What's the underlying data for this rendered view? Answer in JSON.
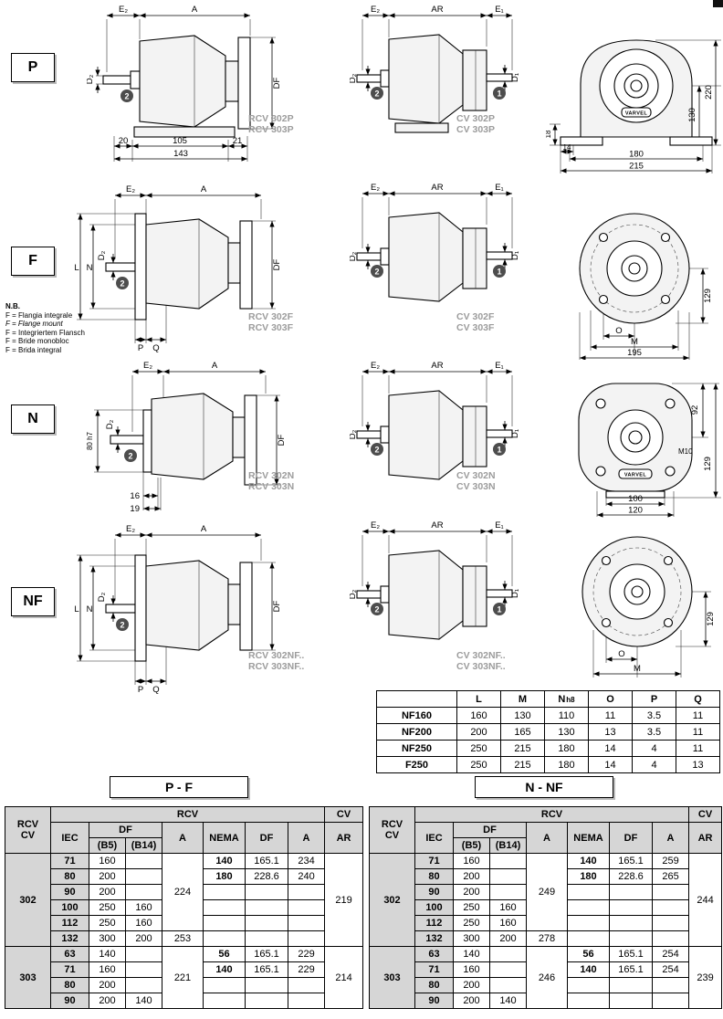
{
  "rowP": {
    "label": "P",
    "rcv": {
      "e2": "E₂",
      "a": "A",
      "d2": "D₂",
      "df": "DF",
      "b2": "2",
      "dim1": "20",
      "dim2": "105",
      "dim3": "21",
      "dim4": "143",
      "cap1": "RCV 302P",
      "cap2": "RCV 303P"
    },
    "cv": {
      "e2": "E₂",
      "ar": "AR",
      "e1": "E₁",
      "d2": "D₂",
      "d1": "D₁",
      "b2": "2",
      "b1": "1",
      "cap1": "CV 302P",
      "cap2": "CV 303P"
    },
    "front": {
      "v1": "18",
      "v2": "130",
      "v3": "220",
      "h1": "14",
      "h2": "180",
      "h3": "215",
      "logo": "VARVEL"
    }
  },
  "rowF": {
    "label": "F",
    "note": {
      "t": "N.B.",
      "l1": "F = Flangia integrale",
      "l2": "F = Flange mount",
      "l3": "F = Integriertem Flansch",
      "l4": "F = Bride monobloc",
      "l5": "F = Brida integral"
    },
    "rcv": {
      "e2": "E₂",
      "a": "A",
      "l": "L",
      "n": "N",
      "d2": "D₂",
      "df": "DF",
      "b2": "2",
      "p": "P",
      "q": "Q",
      "cap1": "RCV 302F",
      "cap2": "RCV 303F"
    },
    "cv": {
      "e2": "E₂",
      "ar": "AR",
      "e1": "E₁",
      "d2": "D₂",
      "d1": "D₁",
      "b2": "2",
      "b1": "1",
      "cap1": "CV 302F",
      "cap2": "CV 303F"
    },
    "front": {
      "v1": "129",
      "o": "O",
      "m": "M",
      "w": "195"
    }
  },
  "rowN": {
    "label": "N",
    "rcv": {
      "e2": "E₂",
      "a": "A",
      "sp": "80 h7",
      "d2": "D₂",
      "df": "DF",
      "b2": "2",
      "dim1": "16",
      "dim2": "19",
      "cap1": "RCV 302N",
      "cap2": "RCV 303N"
    },
    "cv": {
      "e2": "E₂",
      "ar": "AR",
      "e1": "E₁",
      "d2": "D₂",
      "d1": "D₁",
      "b2": "2",
      "b1": "1",
      "cap1": "CV 302N",
      "cap2": "CV 303N"
    },
    "front": {
      "v1": "92",
      "v2": "129",
      "thread": "M10",
      "h1": "100",
      "h2": "120",
      "logo": "VARVEL"
    }
  },
  "rowNF": {
    "label": "NF",
    "rcv": {
      "e2": "E₂",
      "a": "A",
      "l": "L",
      "n": "N",
      "d2": "D₂",
      "df": "DF",
      "b2": "2",
      "p": "P",
      "q": "Q",
      "cap1": "RCV 302NF..",
      "cap2": "RCV 303NF.."
    },
    "cv": {
      "e2": "E₂",
      "ar": "AR",
      "e1": "E₁",
      "d2": "D₂",
      "d1": "D₁",
      "b2": "2",
      "b1": "1",
      "cap1": "CV 302NF..",
      "cap2": "CV 303NF.."
    },
    "front": {
      "v1": "129",
      "o": "O",
      "m": "M"
    }
  },
  "nf_table": {
    "c1": "L",
    "c2": "M",
    "c3": "N",
    "c3s": "h8",
    "c4": "O",
    "c5": "P",
    "c6": "Q",
    "rows": [
      {
        "n": "NF160",
        "v": [
          "160",
          "130",
          "110",
          "11",
          "3.5",
          "11"
        ]
      },
      {
        "n": "NF200",
        "v": [
          "200",
          "165",
          "130",
          "13",
          "3.5",
          "11"
        ]
      },
      {
        "n": "NF250",
        "v": [
          "250",
          "215",
          "180",
          "14",
          "4",
          "11"
        ]
      },
      {
        "n": "F250",
        "v": [
          "250",
          "215",
          "180",
          "14",
          "4",
          "13"
        ]
      }
    ]
  },
  "pf": {
    "title": "P - F",
    "h": {
      "c1a": "RCV",
      "c1b": "CV",
      "rcv": "RCV",
      "cv": "CV",
      "iec": "IEC",
      "df": "DF",
      "b5": "(B5)",
      "b14": "(B14)",
      "a": "A",
      "nema": "NEMA",
      "df2": "DF",
      "a2": "A",
      "ar": "AR"
    },
    "g1": {
      "id": "302",
      "a1": "224",
      "a2": "253",
      "ar": "219",
      "r": [
        [
          "71",
          "160",
          "",
          "140",
          "165.1",
          "234"
        ],
        [
          "80",
          "200",
          "",
          "180",
          "228.6",
          "240"
        ],
        [
          "90",
          "200",
          "",
          "",
          "",
          ""
        ],
        [
          "100",
          "250",
          "160",
          "",
          "",
          ""
        ],
        [
          "112",
          "250",
          "160",
          "",
          "",
          ""
        ],
        [
          "132",
          "300",
          "200",
          "",
          "",
          ""
        ]
      ]
    },
    "g2": {
      "id": "303",
      "a1": "221",
      "ar": "214",
      "r": [
        [
          "63",
          "140",
          "",
          "56",
          "165.1",
          "229"
        ],
        [
          "71",
          "160",
          "",
          "140",
          "165.1",
          "229"
        ],
        [
          "80",
          "200",
          "",
          "",
          "",
          ""
        ],
        [
          "90",
          "200",
          "140",
          "",
          "",
          ""
        ]
      ]
    }
  },
  "nnf": {
    "title": "N - NF",
    "h": {
      "c1a": "RCV",
      "c1b": "CV",
      "rcv": "RCV",
      "cv": "CV",
      "iec": "IEC",
      "df": "DF",
      "b5": "(B5)",
      "b14": "(B14)",
      "a": "A",
      "nema": "NEMA",
      "df2": "DF",
      "a2": "A",
      "ar": "AR"
    },
    "g1": {
      "id": "302",
      "a1": "249",
      "a2": "278",
      "ar": "244",
      "r": [
        [
          "71",
          "160",
          "",
          "140",
          "165.1",
          "259"
        ],
        [
          "80",
          "200",
          "",
          "180",
          "228.6",
          "265"
        ],
        [
          "90",
          "200",
          "",
          "",
          "",
          ""
        ],
        [
          "100",
          "250",
          "160",
          "",
          "",
          ""
        ],
        [
          "112",
          "250",
          "160",
          "",
          "",
          ""
        ],
        [
          "132",
          "300",
          "200",
          "",
          "",
          ""
        ]
      ]
    },
    "g2": {
      "id": "303",
      "a1": "246",
      "ar": "239",
      "r": [
        [
          "63",
          "140",
          "",
          "56",
          "165.1",
          "254"
        ],
        [
          "71",
          "160",
          "",
          "140",
          "165.1",
          "254"
        ],
        [
          "80",
          "200",
          "",
          "",
          "",
          ""
        ],
        [
          "90",
          "200",
          "140",
          "",
          "",
          ""
        ]
      ]
    }
  }
}
